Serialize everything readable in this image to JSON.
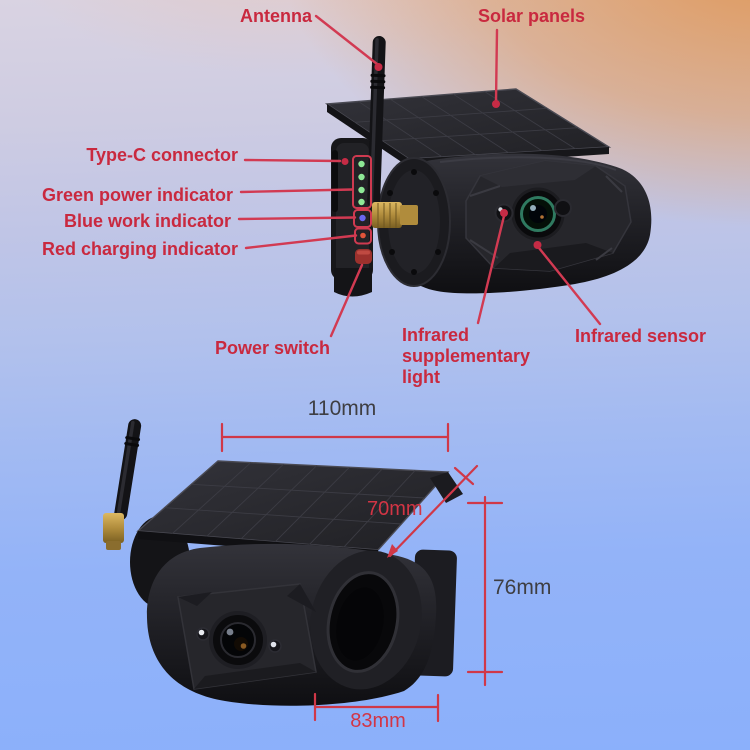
{
  "callouts": {
    "antenna": "Antenna",
    "solar_panels": "Solar panels",
    "type_c_connector": "Type-C connector",
    "green_power_indicator": "Green power indicator",
    "blue_work_indicator": "Blue work indicator",
    "red_charging_indicator": "Red charging indicator",
    "power_switch": "Power switch",
    "infrared_supplementary_light": "Infrared supplementary light",
    "infrared_sensor": "Infrared sensor"
  },
  "dimensions": {
    "solar_panel_width": "110mm",
    "panel_depth": "70mm",
    "body_height": "76mm",
    "body_width": "83mm"
  },
  "colors": {
    "annotation_red": "#c9293f",
    "dimension_red": "#d23545",
    "dimension_dark": "#3e3e42",
    "background_top_left": "#d8d3e1",
    "background_top_right": "#e2a97c",
    "background_bottom": "#8cb1fb",
    "led_green": "#8ee896",
    "led_blue": "#6a66f0",
    "led_red": "#e0543a",
    "device_black": "#1b1b1f",
    "connector_gold": "#c9a44a"
  }
}
